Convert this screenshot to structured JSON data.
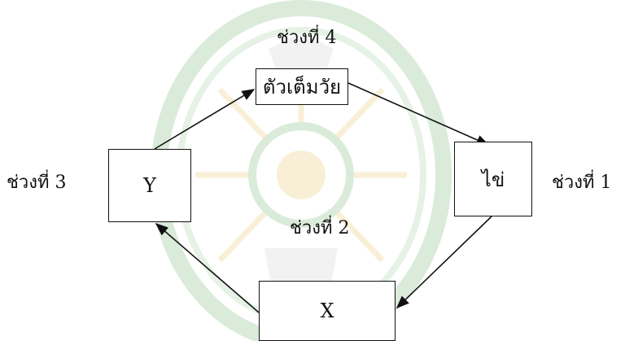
{
  "diagram": {
    "stages": [
      {
        "id": "egg",
        "label": "ไข่",
        "stage_label": "ช่วงที่ 1"
      },
      {
        "id": "x",
        "label": "X",
        "stage_label": "ช่วงที่ 2"
      },
      {
        "id": "y",
        "label": "Y",
        "stage_label": "ช่วงที่ 3"
      },
      {
        "id": "adult",
        "label": "ตัวเต็มวัย",
        "stage_label": "ช่วงที่ 4"
      }
    ],
    "flow": [
      "adult -> egg",
      "egg -> x",
      "x -> y",
      "y -> adult"
    ]
  },
  "colors": {
    "ink": "#111111",
    "watermark_green": "#7fbf7f",
    "watermark_gold": "#e8c86a"
  }
}
